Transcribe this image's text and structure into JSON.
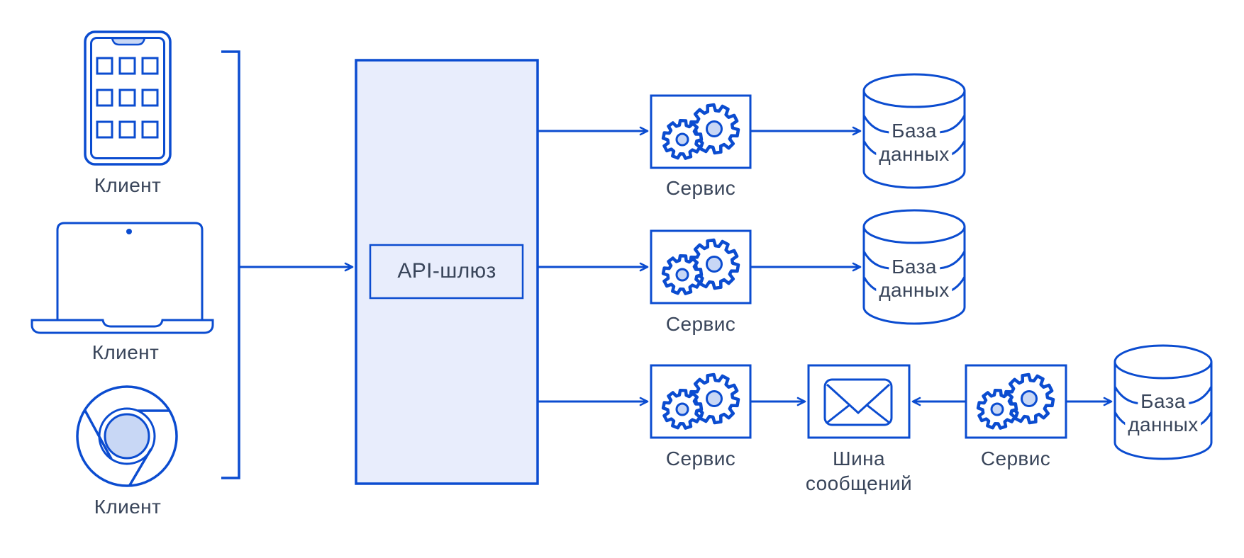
{
  "diagram": {
    "clients": [
      {
        "type": "mobile-app",
        "label": "Клиент"
      },
      {
        "type": "laptop",
        "label": "Клиент"
      },
      {
        "type": "browser",
        "label": "Клиент"
      }
    ],
    "gateway": {
      "label": "API-шлюз"
    },
    "services": [
      {
        "label": "Сервис"
      },
      {
        "label": "Сервис"
      },
      {
        "label": "Сервис"
      },
      {
        "label": "Сервис"
      }
    ],
    "databases": [
      {
        "line1": "База",
        "line2": "данных"
      },
      {
        "line1": "База",
        "line2": "данных"
      },
      {
        "line1": "База",
        "line2": "данных"
      }
    ],
    "message_bus": {
      "line1": "Шина",
      "line2": "сообщений"
    }
  },
  "colors": {
    "line": "#0b4cd0",
    "panel_fill": "#e8edfc",
    "accent_fill": "#c8d7f5",
    "text": "#39455a",
    "background": "#ffffff"
  }
}
